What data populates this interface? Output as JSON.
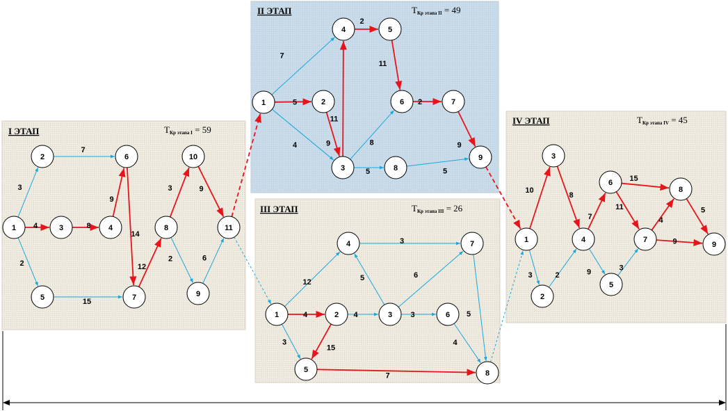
{
  "colors": {
    "critical": "#e8141b",
    "normal": "#1aa7dc",
    "stage_panel": "#ece8dc",
    "stage2_panel": "#c7d9e8"
  },
  "stages": [
    {
      "id": "s1",
      "title": "I ЭТАП",
      "tkr_main": "Т",
      "tkr_kr": "Кр",
      "tkr_sub": "этапа I",
      "tkr_value": " = 59",
      "nodes": [
        {
          "id": "1",
          "label": "1"
        },
        {
          "id": "2",
          "label": "2"
        },
        {
          "id": "3",
          "label": "3"
        },
        {
          "id": "4",
          "label": "4"
        },
        {
          "id": "5",
          "label": "5"
        },
        {
          "id": "6",
          "label": "6"
        },
        {
          "id": "7",
          "label": "7"
        },
        {
          "id": "8",
          "label": "8"
        },
        {
          "id": "9",
          "label": "9"
        },
        {
          "id": "10",
          "label": "10"
        },
        {
          "id": "11",
          "label": "11"
        }
      ],
      "edges": [
        {
          "from": "1",
          "to": "2",
          "w": "3",
          "critical": false
        },
        {
          "from": "1",
          "to": "3",
          "w": "4",
          "critical": true
        },
        {
          "from": "1",
          "to": "5",
          "w": "2",
          "critical": false
        },
        {
          "from": "2",
          "to": "6",
          "w": "7",
          "critical": false
        },
        {
          "from": "3",
          "to": "4",
          "w": "8",
          "critical": true
        },
        {
          "from": "4",
          "to": "6",
          "w": "9",
          "critical": true
        },
        {
          "from": "6",
          "to": "7",
          "w": "14",
          "critical": true
        },
        {
          "from": "5",
          "to": "7",
          "w": "15",
          "critical": false
        },
        {
          "from": "7",
          "to": "8",
          "w": "12",
          "critical": true
        },
        {
          "from": "8",
          "to": "10",
          "w": "3",
          "critical": true
        },
        {
          "from": "8",
          "to": "9",
          "w": "2",
          "critical": false
        },
        {
          "from": "10",
          "to": "11",
          "w": "9",
          "critical": true
        },
        {
          "from": "9",
          "to": "11",
          "w": "6",
          "critical": false
        }
      ]
    },
    {
      "id": "s2",
      "title": "II ЭТАП",
      "tkr_main": "Т",
      "tkr_kr": "Кр",
      "tkr_sub": "этапа II",
      "tkr_value": " = 49",
      "nodes": [
        {
          "id": "1",
          "label": "1"
        },
        {
          "id": "2",
          "label": "2"
        },
        {
          "id": "3",
          "label": "3"
        },
        {
          "id": "4",
          "label": "4"
        },
        {
          "id": "5",
          "label": "5"
        },
        {
          "id": "6",
          "label": "6"
        },
        {
          "id": "7",
          "label": "7"
        },
        {
          "id": "8",
          "label": "8"
        },
        {
          "id": "9",
          "label": "9"
        }
      ],
      "edges": [
        {
          "from": "1",
          "to": "4",
          "w": "7",
          "critical": false
        },
        {
          "from": "1",
          "to": "2",
          "w": "5",
          "critical": true
        },
        {
          "from": "1",
          "to": "3",
          "w": "4",
          "critical": false
        },
        {
          "from": "2",
          "to": "3",
          "w": "9",
          "critical": true
        },
        {
          "from": "3",
          "to": "4",
          "w": "11",
          "critical": true
        },
        {
          "from": "4",
          "to": "5",
          "w": "2",
          "critical": true
        },
        {
          "from": "5",
          "to": "6",
          "w": "11",
          "critical": true
        },
        {
          "from": "3",
          "to": "6",
          "w": "8",
          "critical": false
        },
        {
          "from": "6",
          "to": "7",
          "w": "2",
          "critical": true
        },
        {
          "from": "7",
          "to": "9",
          "w": "9",
          "critical": true
        },
        {
          "from": "3",
          "to": "8",
          "w": "5",
          "critical": false
        },
        {
          "from": "8",
          "to": "9",
          "w": "5",
          "critical": false
        }
      ]
    },
    {
      "id": "s3",
      "title": "III ЭТАП",
      "tkr_main": "Т",
      "tkr_kr": "Кр",
      "tkr_sub": "этапа III",
      "tkr_value": " = 26",
      "nodes": [
        {
          "id": "1",
          "label": "1"
        },
        {
          "id": "2",
          "label": "2"
        },
        {
          "id": "3",
          "label": "3"
        },
        {
          "id": "4",
          "label": "4"
        },
        {
          "id": "5",
          "label": "5"
        },
        {
          "id": "6",
          "label": "6"
        },
        {
          "id": "7",
          "label": "7"
        },
        {
          "id": "8",
          "label": "8"
        }
      ],
      "edges": [
        {
          "from": "1",
          "to": "4",
          "w": "12",
          "critical": false
        },
        {
          "from": "1",
          "to": "2",
          "w": "4",
          "critical": true
        },
        {
          "from": "1",
          "to": "5",
          "w": "3",
          "critical": false
        },
        {
          "from": "2",
          "to": "3",
          "w": "4",
          "critical": false
        },
        {
          "from": "2",
          "to": "5",
          "w": "15",
          "critical": true
        },
        {
          "from": "3",
          "to": "4",
          "w": "5",
          "critical": false
        },
        {
          "from": "4",
          "to": "7",
          "w": "3",
          "critical": false
        },
        {
          "from": "3",
          "to": "7",
          "w": "6",
          "critical": false
        },
        {
          "from": "3",
          "to": "6",
          "w": "3",
          "critical": false
        },
        {
          "from": "7",
          "to": "8",
          "w": "5",
          "critical": false
        },
        {
          "from": "6",
          "to": "8",
          "w": "4",
          "critical": false
        },
        {
          "from": "5",
          "to": "8",
          "w": "7",
          "critical": true
        }
      ]
    },
    {
      "id": "s4",
      "title": "IV ЭТАП",
      "tkr_main": "Т",
      "tkr_kr": "Кр",
      "tkr_sub": "этапа IV",
      "tkr_value": " = 45",
      "nodes": [
        {
          "id": "1",
          "label": "1"
        },
        {
          "id": "2",
          "label": "2"
        },
        {
          "id": "3",
          "label": "3"
        },
        {
          "id": "4",
          "label": "4"
        },
        {
          "id": "5",
          "label": "5"
        },
        {
          "id": "6",
          "label": "6"
        },
        {
          "id": "7",
          "label": "7"
        },
        {
          "id": "8",
          "label": "8"
        },
        {
          "id": "9",
          "label": "9"
        }
      ],
      "edges": [
        {
          "from": "1",
          "to": "3",
          "w": "10",
          "critical": true
        },
        {
          "from": "1",
          "to": "2",
          "w": "3",
          "critical": false
        },
        {
          "from": "2",
          "to": "4",
          "w": "2",
          "critical": false
        },
        {
          "from": "3",
          "to": "4",
          "w": "8",
          "critical": true
        },
        {
          "from": "4",
          "to": "6",
          "w": "7",
          "critical": true
        },
        {
          "from": "4",
          "to": "5",
          "w": "9",
          "critical": false
        },
        {
          "from": "5",
          "to": "7",
          "w": "3",
          "critical": false
        },
        {
          "from": "6",
          "to": "8",
          "w": "15",
          "critical": true
        },
        {
          "from": "6",
          "to": "7",
          "w": "11",
          "critical": true
        },
        {
          "from": "7",
          "to": "8",
          "w": "4",
          "critical": true
        },
        {
          "from": "8",
          "to": "9",
          "w": "5",
          "critical": true
        },
        {
          "from": "7",
          "to": "9",
          "w": "9",
          "critical": true
        }
      ]
    }
  ],
  "links": [
    {
      "from": "s1:11",
      "to": "s2:1",
      "critical": true
    },
    {
      "from": "s2:9",
      "to": "s4:1",
      "critical": true
    },
    {
      "from": "s1:11",
      "to": "s3:1",
      "critical": false
    },
    {
      "from": "s3:8",
      "to": "s4:1",
      "critical": false
    }
  ]
}
